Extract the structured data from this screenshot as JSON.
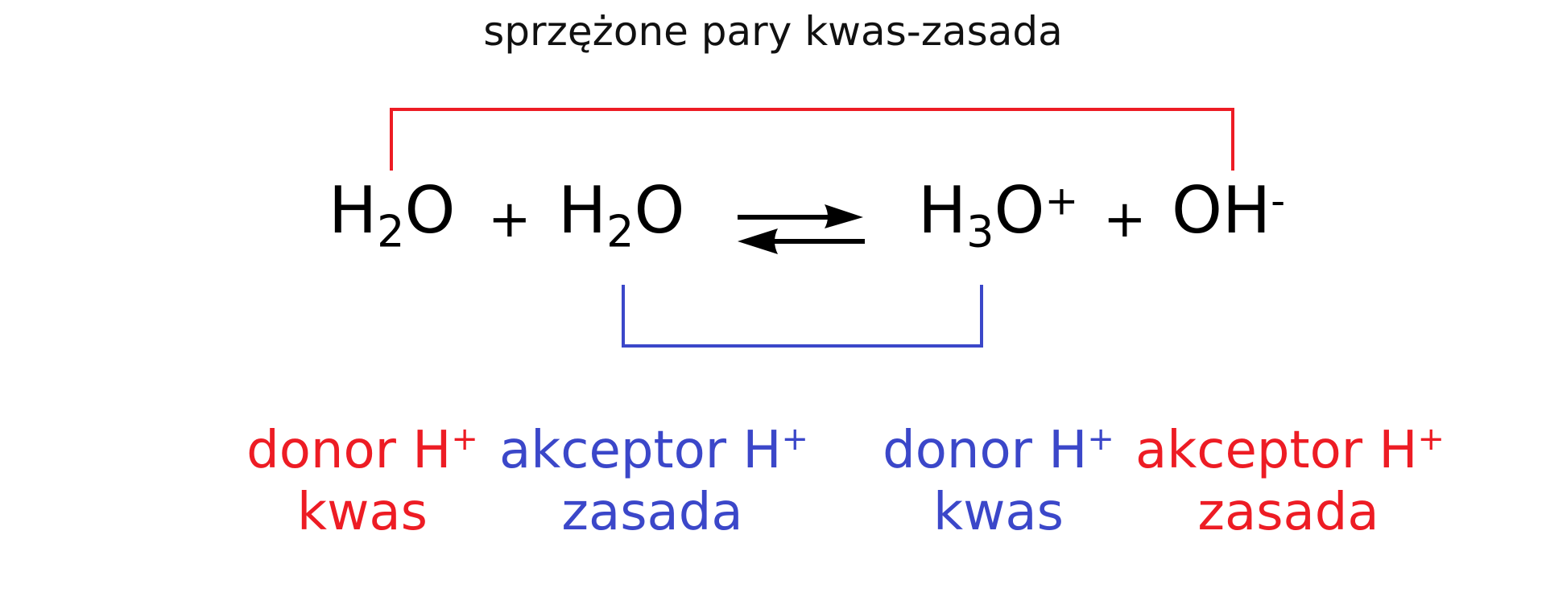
{
  "title": "sprzężone pary kwas-zasada",
  "colors": {
    "red": "#ED1C24",
    "blue": "#3B47C9",
    "text": "#000000"
  },
  "equation": {
    "reactant1": {
      "base": "H",
      "sub": "2",
      "rest": "O",
      "sup": ""
    },
    "plus1": "+",
    "reactant2": {
      "base": "H",
      "sub": "2",
      "rest": "O",
      "sup": ""
    },
    "arrow": "equilibrium-arrows",
    "product1": {
      "base": "H",
      "sub": "3",
      "rest": "O",
      "sup": "+"
    },
    "plus2": "+",
    "product2": {
      "base": "OH",
      "sub": "",
      "rest": "",
      "sup": "-"
    }
  },
  "labels": [
    {
      "line1": "donor H",
      "sup": "+",
      "line2": "kwas",
      "color": "red"
    },
    {
      "line1": "akceptor H",
      "sup": "+",
      "line2": "zasada",
      "color": "blue"
    },
    {
      "line1": "donor H",
      "sup": "+",
      "line2": "kwas",
      "color": "blue"
    },
    {
      "line1": "akceptor H",
      "sup": "+",
      "line2": "zasada",
      "color": "red"
    }
  ]
}
